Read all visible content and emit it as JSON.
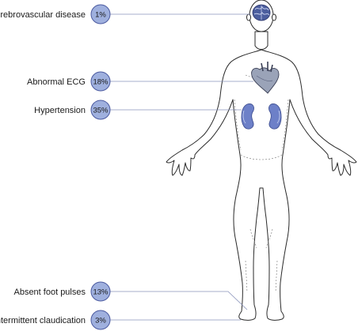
{
  "diagram": {
    "callouts": [
      {
        "label": "Cerebrovascular disease",
        "value": "1%"
      },
      {
        "label": "Abnormal ECG",
        "value": "18%"
      },
      {
        "label": "Hypertension",
        "value": "35%"
      },
      {
        "label": "Absent foot pulses",
        "value": "13%"
      },
      {
        "label": "Intermittent claudication",
        "value": "3%"
      }
    ],
    "colors": {
      "badge_fill": "#9fb0de",
      "badge_stroke": "#4b5aa0",
      "organ_fill": "#6d80c8",
      "leader_line": "#8a94bb"
    },
    "icons": [
      "brain-icon",
      "heart-icon",
      "kidney-icon",
      "human-body-outline"
    ]
  }
}
